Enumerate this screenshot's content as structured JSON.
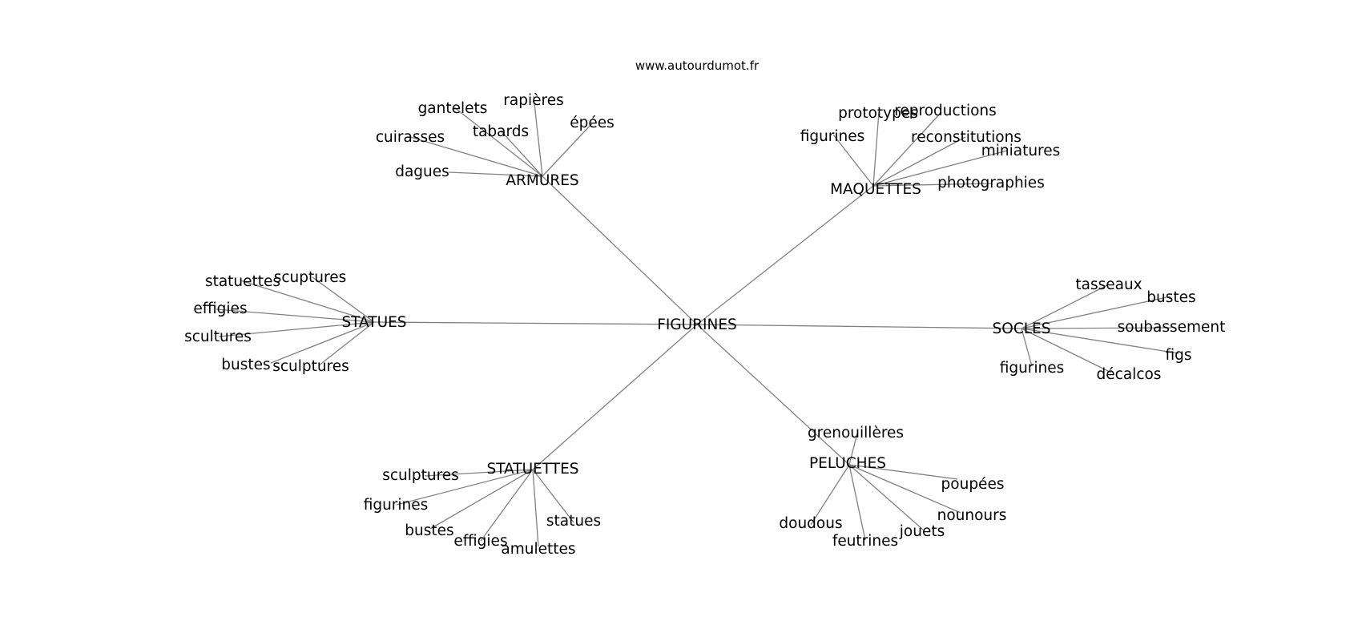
{
  "header": {
    "site": "www.autourdumot.fr"
  },
  "center": {
    "label": "FIGURINES"
  },
  "clusters": [
    {
      "id": "armures",
      "label": "ARMURES",
      "words": [
        "rapières",
        "gantelets",
        "épées",
        "tabards",
        "cuirasses",
        "dagues"
      ]
    },
    {
      "id": "maquettes",
      "label": "MAQUETTES",
      "words": [
        "prototypes",
        "reproductions",
        "figurines",
        "reconstitutions",
        "miniatures",
        "photographies"
      ]
    },
    {
      "id": "statues",
      "label": "STATUES",
      "words": [
        "statuettes",
        "scuptures",
        "effigies",
        "scultures",
        "bustes",
        "sculptures"
      ]
    },
    {
      "id": "socles",
      "label": "SOCLES",
      "words": [
        "tasseaux",
        "bustes",
        "soubassement",
        "figs",
        "figurines",
        "décalcos"
      ]
    },
    {
      "id": "statuettes",
      "label": "STATUETTES",
      "words": [
        "sculptures",
        "figurines",
        "bustes",
        "effigies",
        "amulettes",
        "statues"
      ]
    },
    {
      "id": "peluches",
      "label": "PELUCHES",
      "words": [
        "grenouillères",
        "poupées",
        "nounours",
        "doudous",
        "feutrines",
        "jouets"
      ]
    }
  ]
}
